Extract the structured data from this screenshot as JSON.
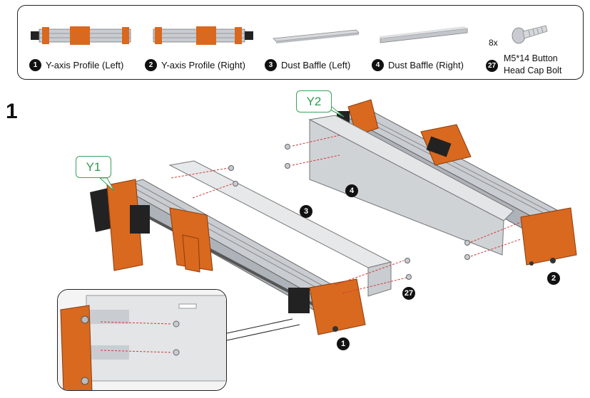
{
  "parts": [
    {
      "num": "1",
      "label": "Y-axis Profile (Left)"
    },
    {
      "num": "2",
      "label": "Y-axis Profile (Right)"
    },
    {
      "num": "3",
      "label": "Dust Baffle (Left)"
    },
    {
      "num": "4",
      "label": "Dust Baffle (Right)"
    },
    {
      "num": "27",
      "label_line1": "M5*14 Button",
      "label_line2": "Head Cap Bolt",
      "qty": "8x"
    }
  ],
  "step": {
    "number": "1"
  },
  "callouts": {
    "y1": "Y1",
    "y2": "Y2"
  },
  "markers": {
    "profile_left": "1",
    "profile_right": "2",
    "baffle_left": "3",
    "baffle_right": "4",
    "bolt": "27"
  },
  "colors": {
    "bracket": "#d9691f",
    "profile": "#c9cdd2",
    "baffle": "#d7d9dc",
    "callout": "#2e9b4f",
    "motor": "#222222",
    "guide_line": "#d23a3a"
  }
}
